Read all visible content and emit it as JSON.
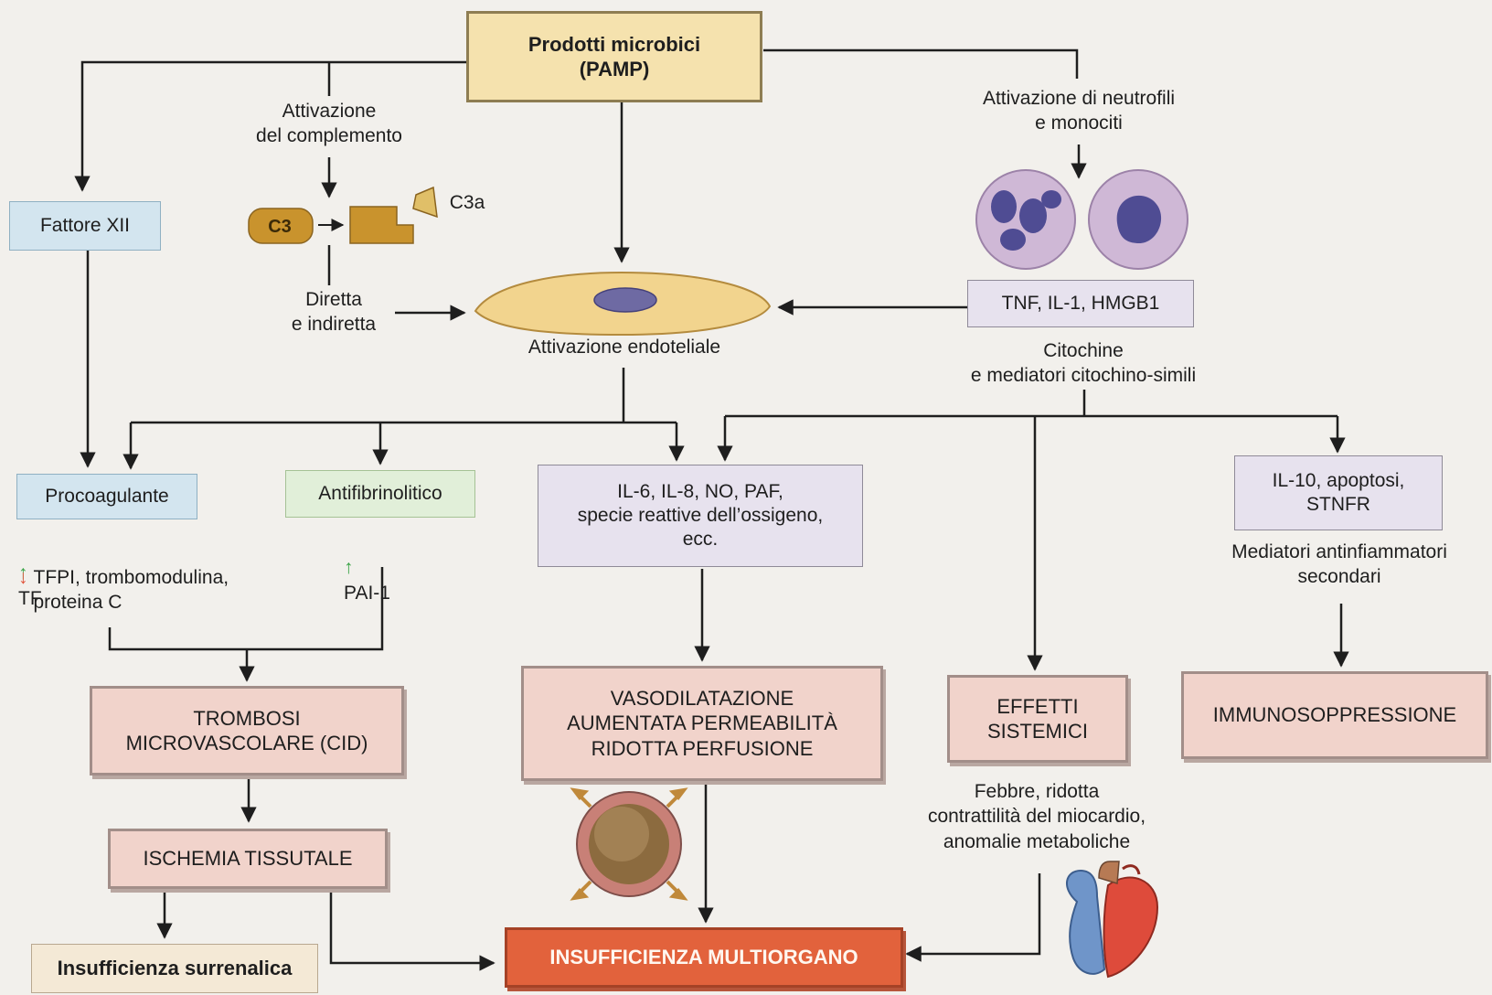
{
  "nodes": {
    "pamp": "Prodotti microbici\n(PAMP)",
    "complement_activation": "Attivazione\ndel complemento",
    "c3": "C3",
    "c3a": "C3a",
    "direct_indirect": "Diretta\ne indiretta",
    "fattore_xii": "Fattore XII",
    "neutrophil_activation": "Attivazione di neutrofili\ne monociti",
    "cytokine_box": "TNF, IL-1, HMGB1",
    "cytokine_label": "Citochine\ne mediatori citochino-simili",
    "endothelial_activation": "Attivazione endoteliale",
    "procoagulant": "Procoagulante",
    "procoag_up": "TF",
    "procoag_down": "TFPI, trombomodulina,\nproteina C",
    "antifibrinolytic": "Antifibrinolitico",
    "antifib_up": "PAI-1",
    "mediators": "IL-6, IL-8, NO, PAF,\nspecie reattive dell’ossigeno,\necc.",
    "anti_inflam_box": "IL-10, apoptosi,\nSTNFR",
    "anti_inflam_label": "Mediatori antinfiammatori\nsecondari",
    "thrombosis": "TROMBOSI\nMICROVASCOLARE (CID)",
    "vasodilation": "VASODILATAZIONE\nAUMENTATA PERMEABILITÀ\nRIDOTTA PERFUSIONE",
    "systemic": "EFFETTI\nSISTEMICI",
    "systemic_label": "Febbre, ridotta\ncontrattilità del miocardio,\nanomalie metaboliche",
    "immunosuppression": "IMMUNOSOPPRESSIONE",
    "ischemia": "ISCHEMIA TISSUTALE",
    "adrenal": "Insufficienza surrenalica",
    "mof": "INSUFFICIENZA MULTIORGANO"
  },
  "icons": {
    "up_arrow": "↑",
    "down_arrow": "↓"
  },
  "colors": {
    "box_blue": "#d3e5ef",
    "box_green": "#e1efd9",
    "box_lilac": "#e7e2ee",
    "box_tan": "#f5e2ae",
    "box_pink": "#f1d3cb",
    "box_orange": "#e2623c",
    "arrow_up": "#3aa346",
    "arrow_down": "#e0533b"
  }
}
